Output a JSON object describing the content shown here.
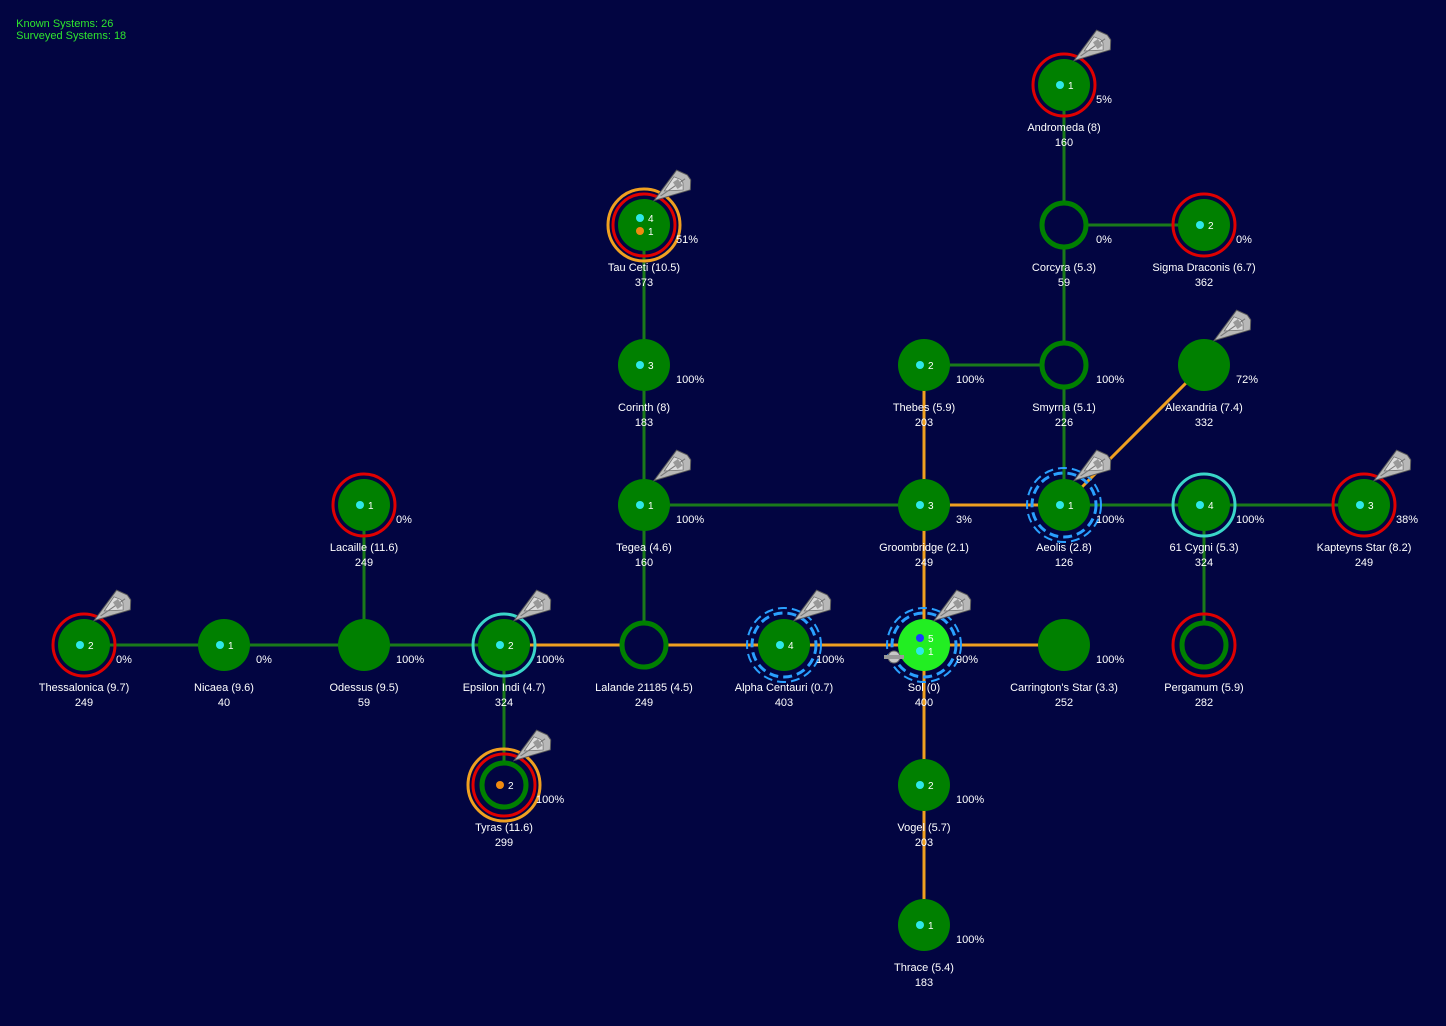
{
  "header": {
    "known": "Known Systems: 26",
    "surveyed": "Surveyed Systems: 18"
  },
  "colors": {
    "background": "#020541",
    "link_normal": "#1a7a1a",
    "link_orange": "#f0a020",
    "system_fill": "#008000",
    "system_home": "#22ee22",
    "ring_red": "#e00000",
    "ring_orange": "#f0a020",
    "ring_teal": "#3ad6c8",
    "ring_blue_dashed": "#2aa0ff",
    "dot_cyan": "#2ee8e8",
    "dot_orange": "#f08a10",
    "dot_blue": "#1a3aff"
  },
  "systems": [
    {
      "id": "andromeda",
      "name": "Andromeda  (8)",
      "value": "160",
      "pct": "5%",
      "fill": "filled",
      "ring": "red",
      "ships": [
        {
          "dot": "cyan",
          "count": "1"
        }
      ],
      "fleet": true
    },
    {
      "id": "corcyra",
      "name": "Corcyra  (5.3)",
      "value": "59",
      "pct": "0%",
      "fill": "hollow",
      "ring": "none",
      "ships": [],
      "fleet": false
    },
    {
      "id": "sigma",
      "name": "Sigma Draconis  (6.7)",
      "value": "362",
      "pct": "0%",
      "fill": "filled",
      "ring": "red",
      "ships": [
        {
          "dot": "cyan",
          "count": "2"
        }
      ],
      "fleet": false
    },
    {
      "id": "taucet",
      "name": "Tau Ceti  (10.5)",
      "value": "373",
      "pct": "51%",
      "fill": "filled",
      "ring": "red-orange",
      "ships": [
        {
          "dot": "cyan",
          "count": "4"
        },
        {
          "dot": "orange",
          "count": "1"
        }
      ],
      "fleet": true
    },
    {
      "id": "corinth",
      "name": "Corinth  (8)",
      "value": "183",
      "pct": "100%",
      "fill": "filled",
      "ring": "none",
      "ships": [
        {
          "dot": "cyan",
          "count": "3"
        }
      ],
      "fleet": false
    },
    {
      "id": "thebes",
      "name": "Thebes  (5.9)",
      "value": "203",
      "pct": "100%",
      "fill": "filled",
      "ring": "none",
      "ships": [
        {
          "dot": "cyan",
          "count": "2"
        }
      ],
      "fleet": false
    },
    {
      "id": "smyrna",
      "name": "Smyrna  (5.1)",
      "value": "226",
      "pct": "100%",
      "fill": "hollow",
      "ring": "none",
      "ships": [],
      "fleet": false
    },
    {
      "id": "alexandria",
      "name": "Alexandria  (7.4)",
      "value": "332",
      "pct": "72%",
      "fill": "filled",
      "ring": "none",
      "ships": [],
      "fleet": true
    },
    {
      "id": "lacaille",
      "name": "Lacaille  (11.6)",
      "value": "249",
      "pct": "0%",
      "fill": "filled",
      "ring": "red",
      "ships": [
        {
          "dot": "cyan",
          "count": "1"
        }
      ],
      "fleet": false
    },
    {
      "id": "tegea",
      "name": "Tegea  (4.6)",
      "value": "160",
      "pct": "100%",
      "fill": "filled",
      "ring": "none",
      "ships": [
        {
          "dot": "cyan",
          "count": "1"
        }
      ],
      "fleet": true
    },
    {
      "id": "groombridge",
      "name": "Groombridge  (2.1)",
      "value": "249",
      "pct": "3%",
      "fill": "filled",
      "ring": "none",
      "ships": [
        {
          "dot": "cyan",
          "count": "3"
        }
      ],
      "fleet": false
    },
    {
      "id": "aeolis",
      "name": "Aeolis  (2.8)",
      "value": "126",
      "pct": "100%",
      "fill": "filled",
      "ring": "blue-dashed",
      "ships": [
        {
          "dot": "cyan",
          "count": "1"
        }
      ],
      "fleet": true
    },
    {
      "id": "cygni",
      "name": "61 Cygni  (5.3)",
      "value": "324",
      "pct": "100%",
      "fill": "filled",
      "ring": "teal",
      "ships": [
        {
          "dot": "cyan",
          "count": "4"
        }
      ],
      "fleet": false
    },
    {
      "id": "kapteyn",
      "name": "Kapteyns Star  (8.2)",
      "value": "249",
      "pct": "38%",
      "fill": "filled",
      "ring": "red",
      "ships": [
        {
          "dot": "cyan",
          "count": "3"
        }
      ],
      "fleet": true
    },
    {
      "id": "thessalonica",
      "name": "Thessalonica  (9.7)",
      "value": "249",
      "pct": "0%",
      "fill": "filled",
      "ring": "red",
      "ships": [
        {
          "dot": "cyan",
          "count": "2"
        }
      ],
      "fleet": true
    },
    {
      "id": "nicaea",
      "name": "Nicaea  (9.6)",
      "value": "40",
      "pct": "0%",
      "fill": "filled",
      "ring": "none",
      "ships": [
        {
          "dot": "cyan",
          "count": "1"
        }
      ],
      "fleet": false
    },
    {
      "id": "odessus",
      "name": "Odessus  (9.5)",
      "value": "59",
      "pct": "100%",
      "fill": "filled",
      "ring": "none",
      "ships": [],
      "fleet": false
    },
    {
      "id": "epsindi",
      "name": "Epsilon Indi  (4.7)",
      "value": "324",
      "pct": "100%",
      "fill": "filled",
      "ring": "teal",
      "ships": [
        {
          "dot": "cyan",
          "count": "2"
        }
      ],
      "fleet": true
    },
    {
      "id": "lalande",
      "name": "Lalande 21185  (4.5)",
      "value": "249",
      "pct": "",
      "fill": "hollow",
      "ring": "none",
      "ships": [],
      "fleet": false
    },
    {
      "id": "alphacen",
      "name": "Alpha Centauri  (0.7)",
      "value": "403",
      "pct": "100%",
      "fill": "filled",
      "ring": "blue-dashed",
      "ships": [
        {
          "dot": "cyan",
          "count": "4"
        }
      ],
      "fleet": true
    },
    {
      "id": "sol",
      "name": "Sol  (0)",
      "value": "400",
      "pct": "90%",
      "fill": "home",
      "ring": "blue-dashed",
      "ships": [
        {
          "dot": "blue",
          "count": "5"
        },
        {
          "dot": "cyan",
          "count": "1"
        }
      ],
      "fleet": true
    },
    {
      "id": "carrington",
      "name": "Carrington's Star  (3.3)",
      "value": "252",
      "pct": "100%",
      "fill": "filled",
      "ring": "none",
      "ships": [],
      "fleet": false
    },
    {
      "id": "pergamum",
      "name": "Pergamum  (5.9)",
      "value": "282",
      "pct": "",
      "fill": "hollow",
      "ring": "red",
      "ships": [],
      "fleet": false
    },
    {
      "id": "tyras",
      "name": "Tyras  (11.6)",
      "value": "299",
      "pct": "100%",
      "fill": "hollow",
      "ring": "red-orange",
      "ships": [
        {
          "dot": "orange",
          "count": "2"
        }
      ],
      "fleet": true
    },
    {
      "id": "vogel",
      "name": "Vogel  (5.7)",
      "value": "203",
      "pct": "100%",
      "fill": "filled",
      "ring": "none",
      "ships": [
        {
          "dot": "cyan",
          "count": "2"
        }
      ],
      "fleet": false
    },
    {
      "id": "thrace",
      "name": "Thrace  (5.4)",
      "value": "183",
      "pct": "100%",
      "fill": "filled",
      "ring": "none",
      "ships": [
        {
          "dot": "cyan",
          "count": "1"
        }
      ],
      "fleet": false
    }
  ],
  "links": [
    {
      "a": "andromeda",
      "b": "corcyra",
      "style": "normal"
    },
    {
      "a": "corcyra",
      "b": "sigma",
      "style": "normal"
    },
    {
      "a": "corcyra",
      "b": "smyrna",
      "style": "normal"
    },
    {
      "a": "thebes",
      "b": "smyrna",
      "style": "normal"
    },
    {
      "a": "smyrna",
      "b": "aeolis",
      "style": "normal"
    },
    {
      "a": "aeolis",
      "b": "alexandria",
      "style": "orange"
    },
    {
      "a": "taucet",
      "b": "corinth",
      "style": "normal"
    },
    {
      "a": "corinth",
      "b": "tegea",
      "style": "normal"
    },
    {
      "a": "tegea",
      "b": "groombridge",
      "style": "normal"
    },
    {
      "a": "tegea",
      "b": "lalande",
      "style": "normal"
    },
    {
      "a": "thebes",
      "b": "groombridge",
      "style": "orange"
    },
    {
      "a": "groombridge",
      "b": "aeolis",
      "style": "orange"
    },
    {
      "a": "groombridge",
      "b": "sol",
      "style": "orange"
    },
    {
      "a": "aeolis",
      "b": "cygni",
      "style": "normal"
    },
    {
      "a": "cygni",
      "b": "kapteyn",
      "style": "normal"
    },
    {
      "a": "cygni",
      "b": "pergamum",
      "style": "normal"
    },
    {
      "a": "thessalonica",
      "b": "nicaea",
      "style": "normal"
    },
    {
      "a": "nicaea",
      "b": "odessus",
      "style": "normal"
    },
    {
      "a": "lacaille",
      "b": "odessus",
      "style": "normal"
    },
    {
      "a": "odessus",
      "b": "epsindi",
      "style": "normal"
    },
    {
      "a": "epsindi",
      "b": "lalande",
      "style": "orange"
    },
    {
      "a": "epsindi",
      "b": "tyras",
      "style": "normal"
    },
    {
      "a": "lalande",
      "b": "alphacen",
      "style": "orange"
    },
    {
      "a": "alphacen",
      "b": "sol",
      "style": "orange"
    },
    {
      "a": "sol",
      "b": "carrington",
      "style": "orange"
    },
    {
      "a": "sol",
      "b": "vogel",
      "style": "orange"
    },
    {
      "a": "vogel",
      "b": "thrace",
      "style": "orange"
    }
  ]
}
